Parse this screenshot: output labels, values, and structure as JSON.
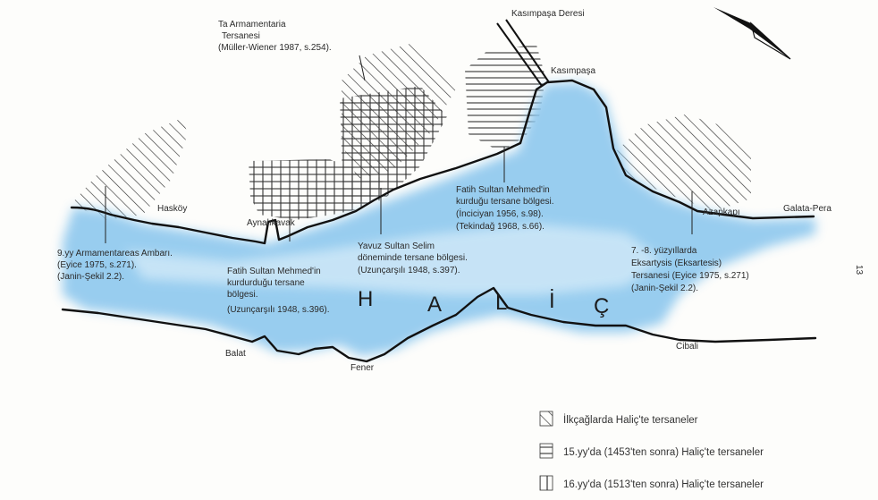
{
  "title_letters": [
    "H",
    "A",
    "L",
    "İ",
    "Ç"
  ],
  "places": {
    "kasimpasa_deresi": "Kasımpaşa Deresi",
    "kasimpasa": "Kasımpaşa",
    "haskoy": "Hasköy",
    "aynalikavak": "Aynalıkavak",
    "azapkapi": "Azapkapı",
    "galata_pera": "Galata-Pera",
    "balat": "Balat",
    "fener": "Fener",
    "cibali": "Cibali"
  },
  "annotations": {
    "ta_armamentaria": [
      "Ta Armamentaria",
      "Tersanesi",
      "(Müller-Wiener 1987, s.254)."
    ],
    "armamentareas": [
      "9.yy Armamentareas Ambarı.",
      "(Eyice 1975, s.271).",
      "(Janin-Şekil 2.2)."
    ],
    "fatih_1": [
      "Fatih Sultan Mehmed'in",
      "kurdurduğu tersane",
      "bölgesi.",
      "(Uzunçarşılı 1948, s.396)."
    ],
    "yavuz": [
      "Yavuz Sultan Selim",
      "döneminde tersane bölgesi.",
      "(Uzunçarşılı 1948, s.397)."
    ],
    "fatih_2": [
      "Fatih Sultan Mehmed'in",
      "kurduğu tersane bölgesi.",
      "(İnciciyan 1956, s.98).",
      "(Tekindağ 1968, s.66)."
    ],
    "eksartysis": [
      "7. -8. yüzyıllarda",
      "Eksartysis (Eksartesis)",
      "Tersanesi (Eyice 1975, s.271)",
      "(Janin-Şekil 2.2)."
    ]
  },
  "legend": [
    {
      "pattern": "diagonal",
      "label": "İlkçağlarda Haliç'te tersaneler"
    },
    {
      "pattern": "horizontal",
      "label": "15.yy'da (1453'ten sonra) Haliç'te tersaneler"
    },
    {
      "pattern": "vertical",
      "label": "16.yy'da (1513'ten sonra) Haliç'te tersaneler"
    }
  ],
  "page_number": "13",
  "colors": {
    "water": "#8ec8ee",
    "water_light": "#cfe8f8",
    "ink": "#111111"
  }
}
